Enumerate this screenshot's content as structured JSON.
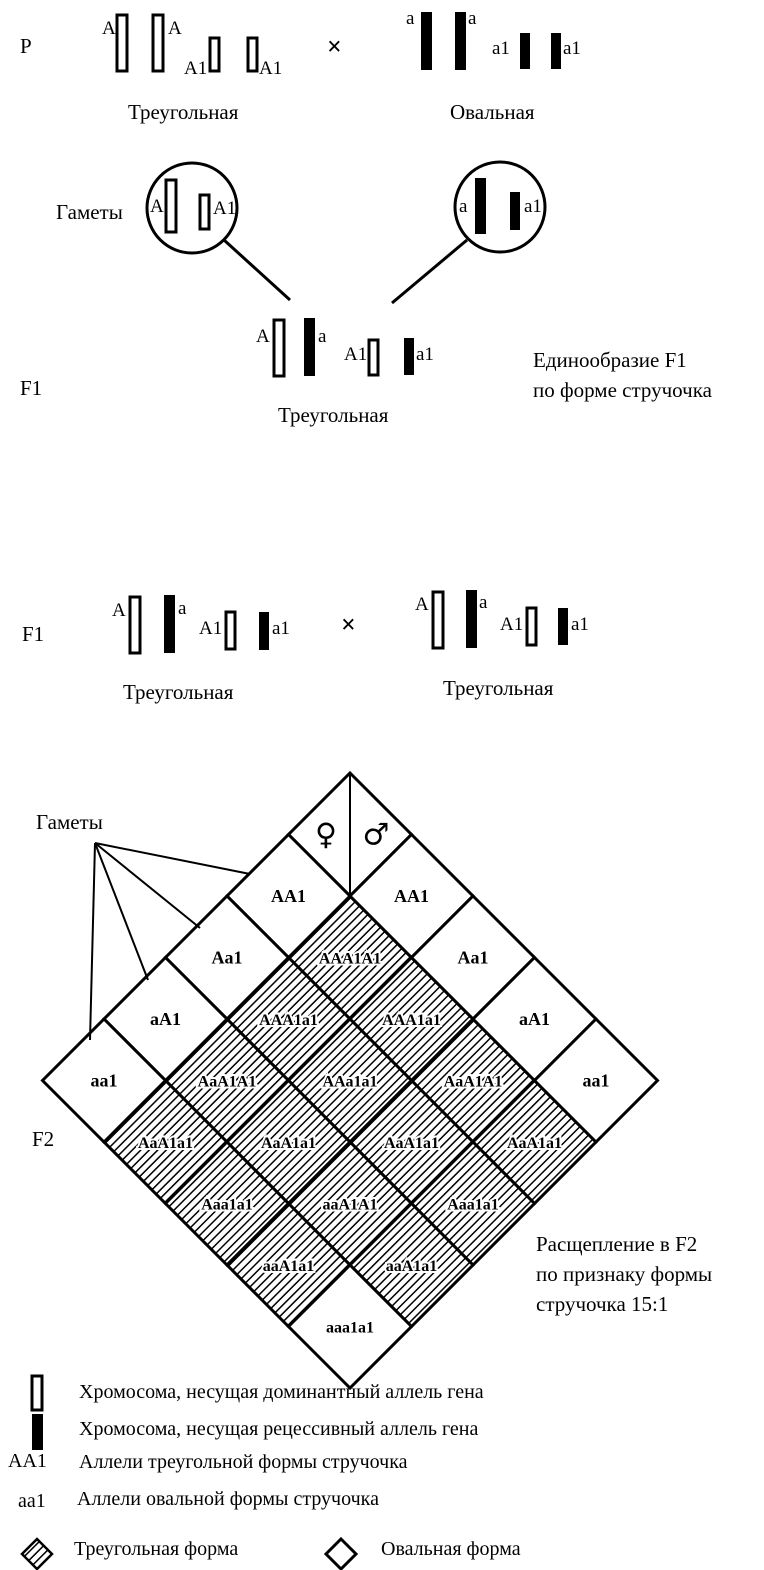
{
  "parents": {
    "generation": "P",
    "cross_sign": "×",
    "left_phenotype": "Треугольная",
    "right_phenotype": "Овальная",
    "left_labels": [
      "A",
      "A",
      "A1",
      "A1"
    ],
    "right_labels": [
      "a",
      "a",
      "a1",
      "a1"
    ]
  },
  "gametes_title": "Гаметы",
  "gamete_left_labels": [
    "A",
    "A1"
  ],
  "gamete_right_labels": [
    "a",
    "a1"
  ],
  "f1": {
    "generation": "F1",
    "labels": [
      "A",
      "a",
      "A1",
      "a1"
    ],
    "phenotype": "Треугольная",
    "note_line1": "Единообразие F1",
    "note_line2": "по форме стручочка"
  },
  "f1_cross": {
    "generation": "F1",
    "cross_sign": "×",
    "left_labels": [
      "A",
      "a",
      "A1",
      "a1"
    ],
    "right_labels": [
      "A",
      "a",
      "A1",
      "a1"
    ],
    "left_phenotype": "Треугольная",
    "right_phenotype": "Треугольная"
  },
  "punnett": {
    "gametes_label": "Гаметы",
    "female_symbol": "♀",
    "male_symbol": "♂",
    "female_gametes": [
      "AA1",
      "Aa1",
      "aA1",
      "aa1"
    ],
    "male_gametes": [
      "AA1",
      "Aa1",
      "aA1",
      "aa1"
    ],
    "cells": [
      [
        "AAA1A1",
        "AAA1a1",
        "AaA1A1",
        "AaA1a1"
      ],
      [
        "AAA1a1",
        "AAa1a1",
        "AaA1a1",
        "Aaa1a1"
      ],
      [
        "AaA1A1",
        "AaA1a1",
        "aaA1A1",
        "aaA1a1"
      ],
      [
        "AaA1a1",
        "Aaa1a1",
        "aaA1a1",
        "aaa1a1"
      ]
    ],
    "generation": "F2",
    "note_line1": "Расщепление в F2",
    "note_line2": "по признаку формы",
    "note_line3": "стручочка 15:1"
  },
  "legend": {
    "dominant_chromosome": "Хромосома, несущая доминантный аллель гена",
    "recessive_chromosome": "Хромосома, несущая рецессивный аллель гена",
    "triangle_alleles_key": "AA1",
    "triangle_alleles": "Аллели треугольной формы стручочка",
    "oval_alleles_key": "aa1",
    "oval_alleles": "Аллели овальной формы стручочка",
    "triangle_shape": "Треугольная форма",
    "oval_shape": "Овальная форма"
  }
}
